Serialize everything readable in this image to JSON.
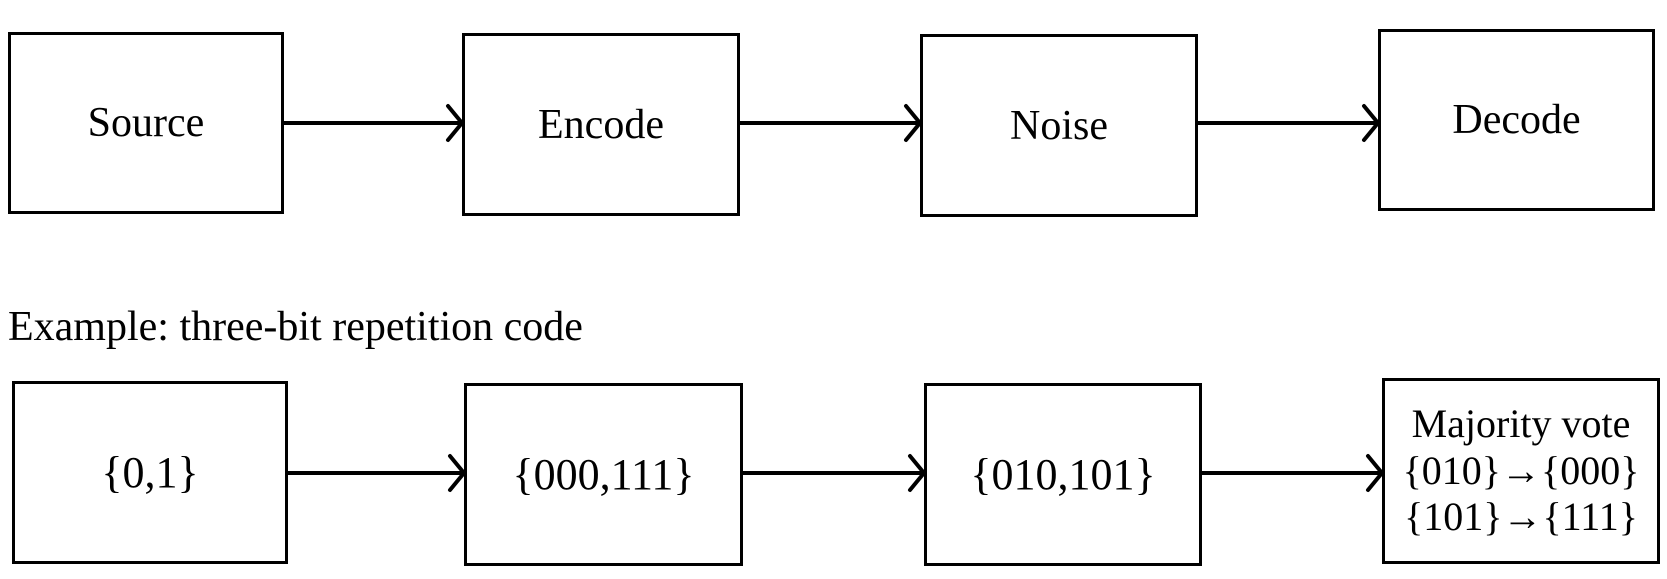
{
  "pipeline": {
    "source_label": "Source",
    "encode_label": "Encode",
    "noise_label": "Noise",
    "decode_label": "Decode"
  },
  "example": {
    "heading": "Example: three-bit repetition code",
    "source_value": "{0,1}",
    "encode_value": "{000,111}",
    "noise_value": "{010,101}",
    "decode_title": "Majority vote",
    "decode_rule_1": "{010}→{000}",
    "decode_rule_2": "{101}→{111}"
  }
}
